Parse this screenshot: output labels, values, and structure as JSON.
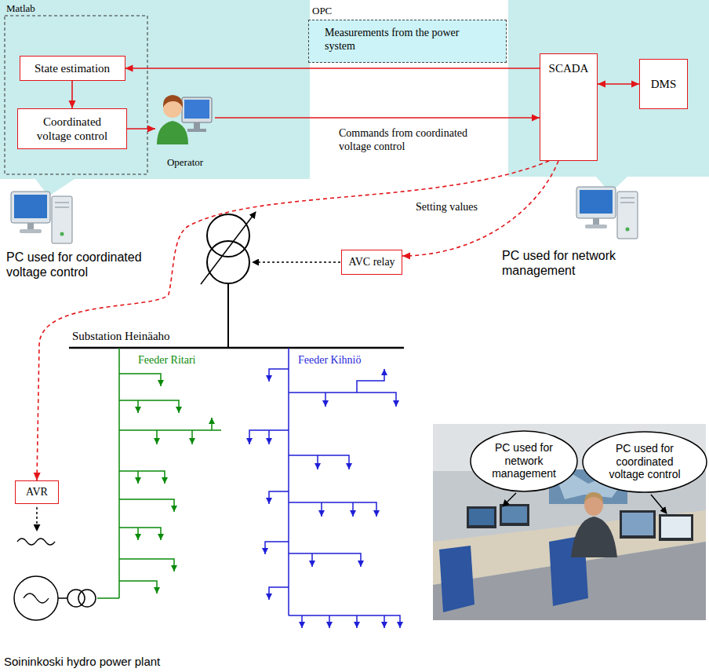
{
  "diagram": {
    "nodes": [
      {
        "text": [
          "Matlab"
        ]
      },
      {
        "text": [
          "State estimation"
        ],
        "in": 0
      },
      {
        "text": [
          "Coordinated voltage control"
        ],
        "in": 0
      },
      {
        "text": [
          "Operator"
        ],
        "in": 0
      },
      {
        "text": [
          "OPC",
          "Measurements from the power system"
        ]
      },
      {
        "text": [
          "SCADA"
        ]
      },
      {
        "text": [
          "DMS"
        ]
      },
      {
        "text": [
          "AVC relay"
        ]
      },
      {
        "text": [
          "AVR"
        ]
      },
      {
        "text": [
          "PC used for network management"
        ]
      },
      {
        "text": [
          "PC used for coordinated voltage control"
        ]
      }
    ],
    "edges": [
      {
        "from": 5,
        "to": 1,
        "arrow": "to"
      },
      {
        "from": 1,
        "to": 2,
        "arrow": "to"
      },
      {
        "from": 2,
        "to": 3,
        "arrow": "to"
      },
      {
        "from": 3,
        "to": 5,
        "arrow": "to",
        "label": "Commands from coordinated voltage control"
      },
      {
        "from": 5,
        "to": 6,
        "arrow": "both"
      },
      {
        "from": 5,
        "to": 7,
        "arrow": "to",
        "label": "Setting values"
      },
      {
        "from": 5,
        "to": 8,
        "arrow": "to"
      }
    ],
    "labels": [
      "PC used for coordinated voltage control",
      "PC used for network management",
      "Substation Heinäaho",
      "Feeder Ritari",
      "Feeder Kihniö",
      "Soininkoski hydro power plant"
    ]
  }
}
